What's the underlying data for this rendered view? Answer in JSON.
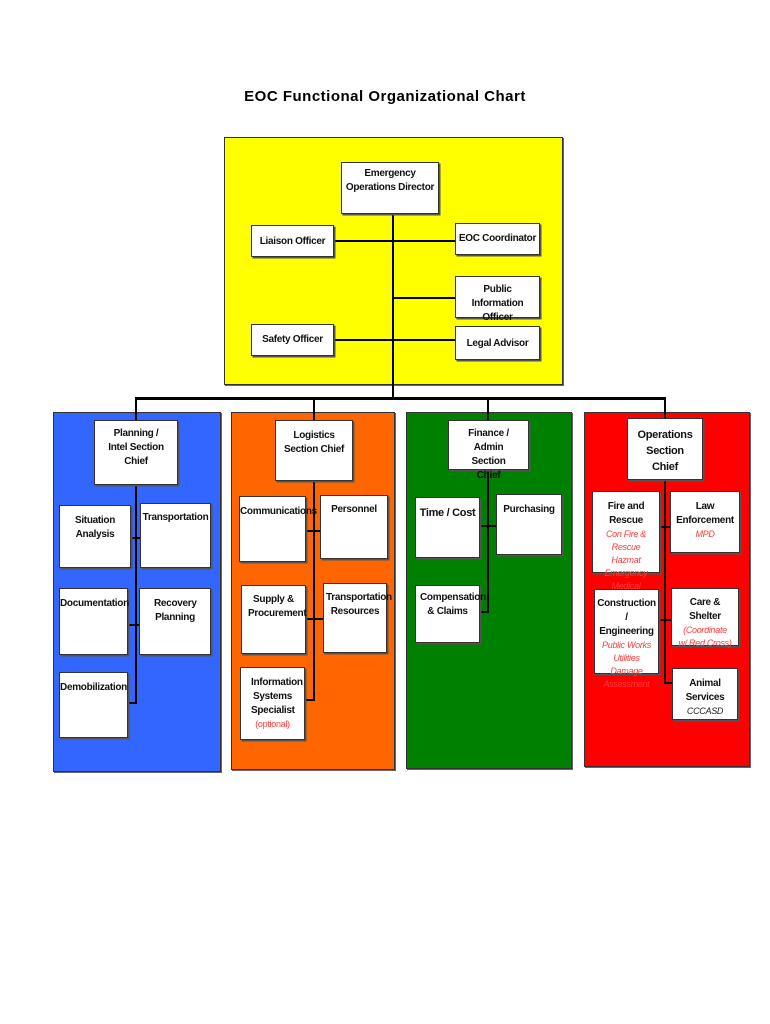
{
  "title": "EOC Functional Organizational Chart",
  "colors": {
    "command": "#ffff00",
    "planning": "#3366ff",
    "logistics": "#ff6600",
    "finance": "#008000",
    "operations": "#ff0000",
    "note_text": "#ff3b3b"
  },
  "command": {
    "director": "Emergency Operations Director",
    "liaison": "Liaison Officer",
    "eoc_coordinator": "EOC Coordinator",
    "pio": "Public Information Officer",
    "safety": "Safety Officer",
    "legal": "Legal Advisor"
  },
  "planning": {
    "chief": "Planning / Intel Section Chief",
    "situation_analysis": "Situation Analysis",
    "transportation": "Transportation",
    "documentation": "Documentation",
    "recovery_planning": "Recovery Planning",
    "demobilization": "Demobilization"
  },
  "logistics": {
    "chief": "Logistics Section Chief",
    "communications": "Communications",
    "personnel": "Personnel",
    "supply": "Supply & Procurement",
    "transportation_resources": "Transportation Resources",
    "info_systems": "Information Systems Specialist",
    "info_systems_note": "(optional)"
  },
  "finance": {
    "chief": "Finance / Admin Section Chief",
    "time_cost": "Time / Cost",
    "purchasing": "Purchasing",
    "compensation": "Compensation & Claims"
  },
  "operations": {
    "chief": "Operations Section Chief",
    "fire": "Fire and Rescue",
    "fire_notes": [
      "Con Fire & Rescue",
      "Hazmat",
      "Emergency Medical"
    ],
    "law": "Law Enforcement",
    "law_note": "MPD",
    "construction": "Construction / Engineering",
    "construction_notes": [
      "Public Works",
      "Utilities",
      "Damage Assessment"
    ],
    "care": "Care & Shelter",
    "care_note": "(Coordinate w/ Red Cross)",
    "animal": "Animal Services",
    "animal_note": "CCCASD"
  }
}
